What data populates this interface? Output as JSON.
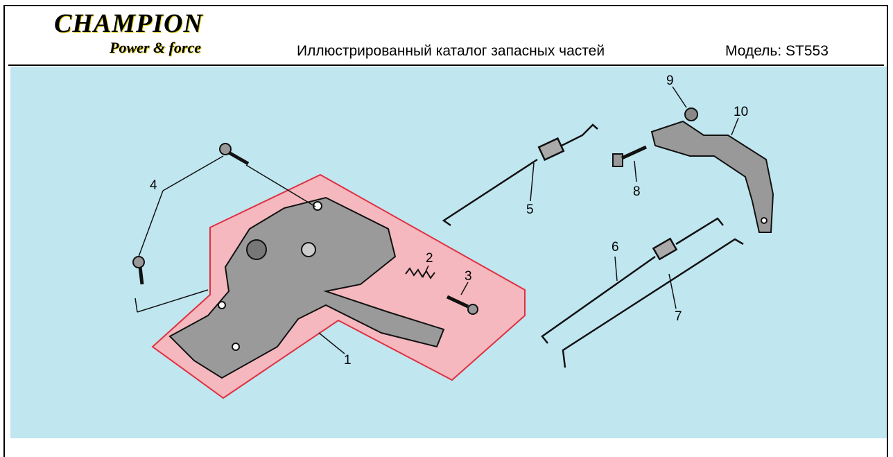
{
  "header": {
    "logo_brand": "CHAMPION",
    "logo_tagline": "Power & force",
    "title": "Иллюстрированный каталог запасных частей",
    "model": "Модель: ST553"
  },
  "diagram": {
    "highlight_color": "#f4b8be",
    "background_color": "#c0e6f0",
    "callouts": [
      "1",
      "2",
      "3",
      "4",
      "5",
      "6",
      "7",
      "8",
      "9",
      "10"
    ]
  }
}
